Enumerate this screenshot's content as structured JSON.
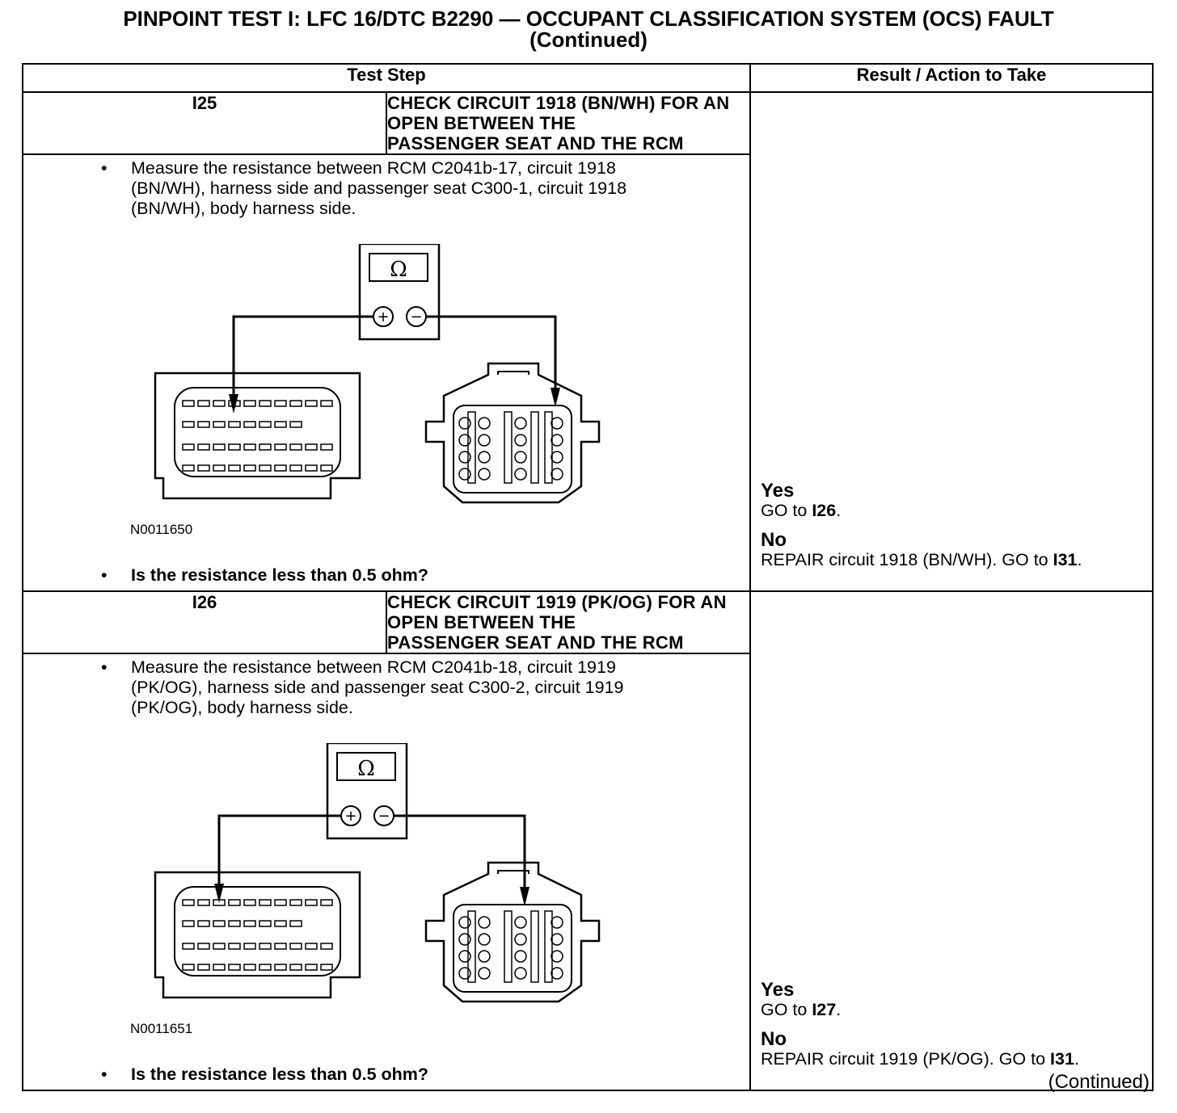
{
  "title": {
    "line1": "PINPOINT TEST  I: LFC 16/DTC B2290 — OCCUPANT CLASSIFICATION SYSTEM (OCS) FAULT",
    "line2": "(Continued)"
  },
  "table": {
    "col_step": "Test Step",
    "col_result": "Result / Action to Take",
    "steps": [
      {
        "id": "I25",
        "heading_line1": "CHECK CIRCUIT 1918 (BN/WH) FOR AN OPEN BETWEEN THE",
        "heading_line2": "PASSENGER SEAT AND THE RCM",
        "bullet": "•",
        "instr_line1": "Measure the resistance between RCM C2041b-17, circuit 1918",
        "instr_line2": "(BN/WH), harness side and passenger seat C300-1, circuit 1918",
        "instr_line3": "(BN/WH), body harness side.",
        "figure_id": "N0011650",
        "meter_symbol": "Ω",
        "plus": "+",
        "minus": "−",
        "question": "Is the resistance less than 0.5 ohm?",
        "yes_label": "Yes",
        "yes_text": "GO to ",
        "yes_ref": "I26",
        "yes_end": ".",
        "no_label": "No",
        "no_text": "REPAIR circuit 1918 (BN/WH). GO to ",
        "no_ref": "I31",
        "no_end": "."
      },
      {
        "id": "I26",
        "heading_line1": "CHECK CIRCUIT 1919 (PK/OG) FOR AN OPEN BETWEEN THE",
        "heading_line2": "PASSENGER SEAT AND THE RCM",
        "bullet": "•",
        "instr_line1": "Measure the resistance between RCM C2041b-18, circuit 1919",
        "instr_line2": "(PK/OG), harness side and passenger seat C300-2, circuit 1919",
        "instr_line3": "(PK/OG), body harness side.",
        "figure_id": "N0011651",
        "meter_symbol": "Ω",
        "plus": "+",
        "minus": "−",
        "question": "Is the resistance less than 0.5 ohm?",
        "yes_label": "Yes",
        "yes_text": "GO to ",
        "yes_ref": "I27",
        "yes_end": ".",
        "no_label": "No",
        "no_text": "REPAIR circuit 1919 (PK/OG). GO to ",
        "no_ref": "I31",
        "no_end": "."
      }
    ]
  },
  "footer": {
    "continued": "(Continued)"
  }
}
